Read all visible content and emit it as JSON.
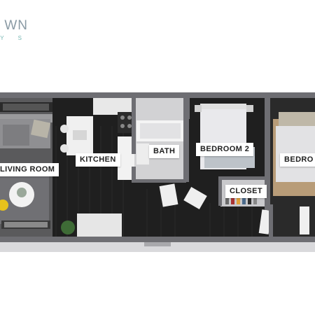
{
  "brand": {
    "logo_text": "WN",
    "logo_subtext": "Y S"
  },
  "rooms": {
    "living_room": "LIVING ROOM",
    "kitchen": "KITCHEN",
    "bath": "BATH",
    "bedroom_2": "BEDROOM 2",
    "closet": "CLOSET",
    "bedroom": "BEDRO"
  },
  "colors": {
    "wall": "#6e6e73",
    "dark_floor": "#1f1f1f",
    "gray_floor": "#5a5a5c",
    "light_floor": "#cfcfcf",
    "wood_floor": "#b89c78",
    "accent_logo": "#78b8b4"
  }
}
